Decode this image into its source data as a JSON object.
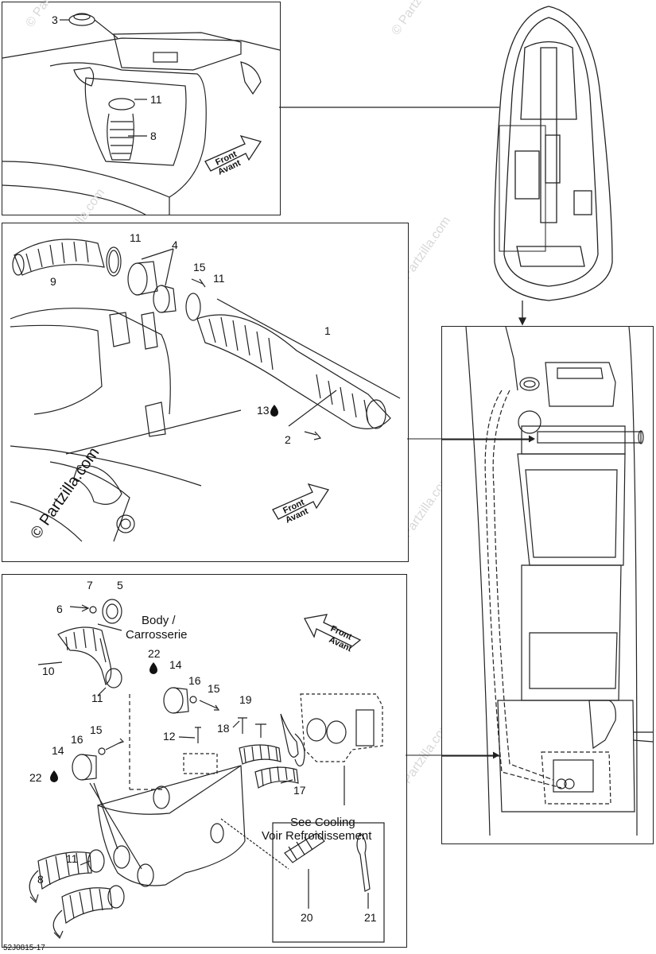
{
  "callouts": {
    "p1_3": "3",
    "p1_11": "11",
    "p1_8": "8",
    "p2_11a": "11",
    "p2_4": "4",
    "p2_15": "15",
    "p2_11b": "11",
    "p2_9": "9",
    "p2_1": "1",
    "p2_13": "13",
    "p2_2": "2",
    "p3_7": "7",
    "p3_5": "5",
    "p3_6": "6",
    "p3_10": "10",
    "p3_22a": "22",
    "p3_14a": "14",
    "p3_11a": "11",
    "p3_16a": "16",
    "p3_15a": "15",
    "p3_12": "12",
    "p3_19": "19",
    "p3_18": "18",
    "p3_16b": "16",
    "p3_15b": "15",
    "p3_14b": "14",
    "p3_22b": "22",
    "p3_17": "17",
    "p3_11b": "11",
    "p3_8": "8",
    "p3_20": "20",
    "p3_21": "21"
  },
  "front_arrow": {
    "line1": "Front",
    "line2": "Avant"
  },
  "body_label": {
    "line1": "Body /",
    "line2": "Carrosserie"
  },
  "cooling_label": {
    "line1": "See Cooling",
    "line2": "Voir Refroidissement"
  },
  "watermark": {
    "small": "© Partzilla.com",
    "big": "© Partzilla.com"
  },
  "diagram_code": "52J0815-17"
}
